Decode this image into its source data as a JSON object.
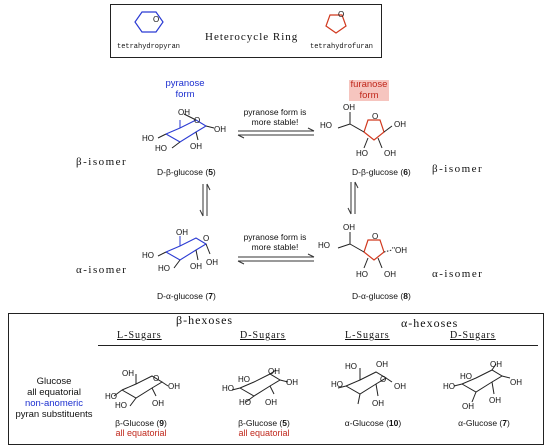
{
  "header": {
    "title": "Heterocycle Ring",
    "left_label": "tetrahydropyran",
    "right_label": "tetrahydrofuran",
    "ring_atom": "O",
    "pyran_color": "#2b3bd3",
    "furan_color": "#d1391f"
  },
  "middle": {
    "pyranose_form": "pyranose\nform",
    "furanose_form": "furanose\nform",
    "equilibrium_note": "pyranose form is\nmore stable!",
    "beta_isomer_left": "β-isomer",
    "beta_isomer_right": "β-isomer",
    "alpha_isomer_left": "α-isomer",
    "alpha_isomer_right": "α-isomer",
    "mol_5": {
      "name": "D-β-glucose (",
      "num": "5",
      "close": ")"
    },
    "mol_6": {
      "name": "D-β-glucose (",
      "num": "6",
      "close": ")"
    },
    "mol_7": {
      "name": "D-α-glucose (",
      "num": "7",
      "close": ")"
    },
    "mol_8": {
      "name": "D-α-glucose (",
      "num": "8",
      "close": ")"
    },
    "atoms": {
      "OH": "OH",
      "HO": "HO",
      "O": "O",
      "dots_OH": "''OH",
      "wedge_OH": "OH"
    }
  },
  "bottom": {
    "beta_hexoses": "β-hexoses",
    "alpha_hexoses": "α-hexoses",
    "l_sugars": "L-Sugars",
    "d_sugars": "D-Sugars",
    "glucose": "Glucose",
    "all_equatorial_desc": "all equatorial",
    "non_anomeric": "non-anomeric",
    "pyran_substituents": "pyran substituents",
    "beta_glucose_9": {
      "name": "β-Glucose (",
      "num": "9",
      "close": ")"
    },
    "beta_glucose_5": {
      "name": "β-Glucose (",
      "num": "5",
      "close": ")"
    },
    "alpha_glucose_10": {
      "name": "α-Glucose (",
      "num": "10",
      "close": ")"
    },
    "alpha_glucose_7": {
      "name": "α-Glucose (",
      "num": "7",
      "close": ")"
    },
    "all_equatorial_red": "all equatorial"
  },
  "colors": {
    "blue_text": "#1c2fd0",
    "red_text": "#c0281c",
    "furanose_highlight": "#f6c5bf"
  }
}
